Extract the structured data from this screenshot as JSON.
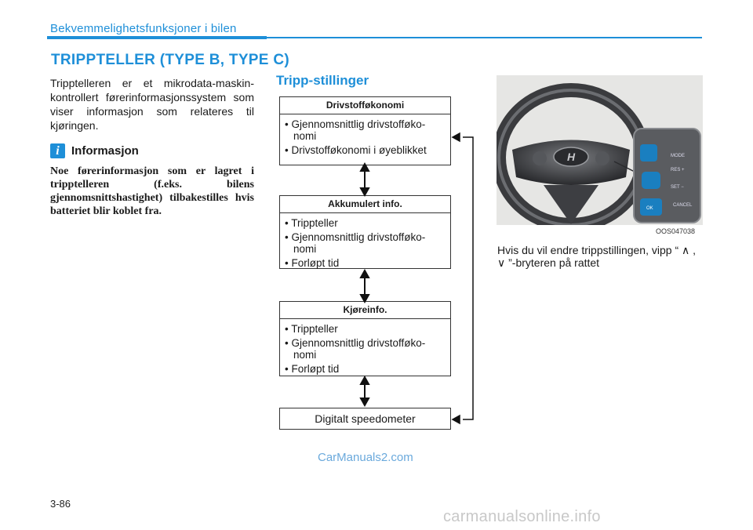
{
  "header": {
    "section_label": "Bekvemmelighetsfunksjoner i bilen"
  },
  "title": "TRIPPTELLER (TYPE B, TYPE C)",
  "intro": "Trippteller­en er et mikrodata-maskin-kontrollert førerinformasjonssystem som viser informasjon som relateres til kjøringen.",
  "info": {
    "icon": "i",
    "title": "Informasjon",
    "text": "Noe førerinformasjon som er lagret i tripptelleren (f.eks. bilens gjennomsnittshastighet) tilbakestilles hvis batteriet blir koblet fra."
  },
  "tripp": {
    "title": "Tripp-stillinger",
    "boxes": [
      {
        "heading": "Drivstofføkonomi",
        "items": [
          "• Gjennomsnittlig drivstofføko-nomi",
          "• Drivstofføkonomi i øyeblikket"
        ]
      },
      {
        "heading": "Akkumulert info.",
        "items": [
          "• Trippteller",
          "• Gjennomsnittlig drivstofføko-nomi",
          "• Forløpt tid"
        ]
      },
      {
        "heading": "Kjøreinfo.",
        "items": [
          "• Trippteller",
          "• Gjennomsnittlig drivstofføko-nomi",
          "• Forløpt tid"
        ]
      }
    ],
    "final": "Digitalt speedometer"
  },
  "image": {
    "code": "OOS047038",
    "button_labels": [
      "MODE",
      "RES +",
      "SET −",
      "OK",
      "CANCEL"
    ]
  },
  "caption": "Hvis du vil endre trippstillingen, vipp “ ∧ , ∨ ”-bryteren på rattet",
  "watermark": "CarManuals2.com",
  "page_number": "3-86",
  "footer_watermark": "carmanualsonline.info",
  "colors": {
    "accent": "#1e8fd8",
    "button_blue": "#1a7fc0"
  }
}
